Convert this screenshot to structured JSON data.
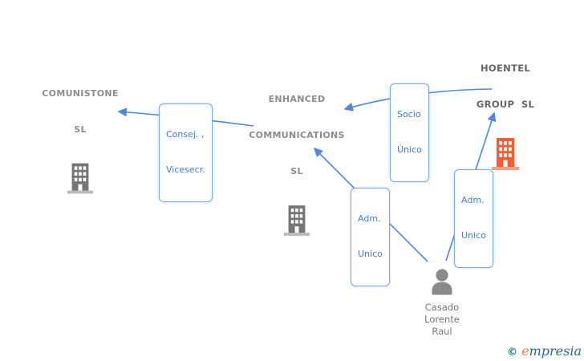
{
  "diagram": {
    "type": "corporate-relationship-graph",
    "background": "#ffffff"
  },
  "colors": {
    "edge_blue": "#4d86e8",
    "label_text_blue": "#3d7fe0",
    "label_border_blue": "#7aa9ea",
    "company_text_gray": "#8c8c8c",
    "highlight_company_text": "#666666",
    "icon_gray": "#757575",
    "icon_orange": "#f95b31",
    "brand_teal": "#1f6f7e",
    "brand_orange": "#f07f2f"
  },
  "nodes": {
    "comunistone": {
      "lines": [
        "COMUNISTONE",
        "SL"
      ],
      "kind": "company",
      "icon": "building-icon"
    },
    "enhanced": {
      "lines": [
        "ENHANCED",
        "COMMUNICATIONS",
        "SL"
      ],
      "kind": "company",
      "icon": "building-icon"
    },
    "hoentel": {
      "lines": [
        "HOENTEL",
        "GROUP  SL"
      ],
      "kind": "company-highlight",
      "icon": "building-icon"
    },
    "person": {
      "lines": [
        "Casado",
        "Lorente",
        "Raul"
      ],
      "kind": "person",
      "icon": "person-icon"
    }
  },
  "edges": {
    "consej": {
      "lines": [
        "Consej. ,",
        "Vicesecr."
      ],
      "from": "enhanced",
      "to": "comunistone"
    },
    "socio": {
      "lines": [
        "Socio",
        "Único"
      ],
      "from": "hoentel",
      "to": "enhanced"
    },
    "adm_left": {
      "lines": [
        "Adm.",
        "Unico"
      ],
      "from": "person",
      "to": "enhanced"
    },
    "adm_right": {
      "lines": [
        "Adm.",
        "Unico"
      ],
      "from": "person",
      "to": "hoentel"
    }
  },
  "footer": {
    "copyright": "©",
    "brand_first": "e",
    "brand_rest": "mpresia"
  }
}
